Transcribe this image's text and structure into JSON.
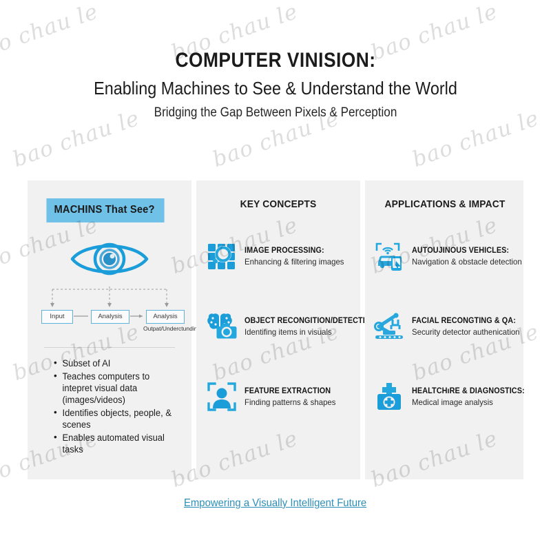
{
  "header": {
    "title": "COMPUTER VINISION:",
    "subtitle": "Enabling Machines to See & Understand the World",
    "tagline": "Bridging the Gap Between Pixels & Perception"
  },
  "colors": {
    "accent_blue": "#1b9dd9",
    "highlight_blue": "#6fc1e8",
    "panel_bg": "#f1f1f1",
    "page_bg": "#ffffff",
    "link_blue": "#2d8fb8",
    "text_dark": "#1b1b1b"
  },
  "columns": [
    {
      "id": "machines-that-see",
      "title": "MACHINS That See?",
      "diagram": {
        "icon": "eye-icon",
        "steps": [
          "Input",
          "Analysis",
          "Analysis"
        ],
        "caption": "Outpat/Underctunding"
      },
      "bullets": [
        "Subset of AI",
        "Teaches computers to intepret visual data (images/videos)",
        "Identifies objects, people, & scenes",
        "Enables automated visual tasks"
      ]
    },
    {
      "id": "key-concepts",
      "title": "KEY CONCEPTS",
      "items": [
        {
          "icon": "image-processing-icon",
          "title": "IMAGE PROCESSING:",
          "desc": "Enhancing & filtering images"
        },
        {
          "icon": "brain-camera-icon",
          "title": "OBJECT RECONGITION/DETECTION",
          "desc": "Identifing items in visuals"
        },
        {
          "icon": "face-detect-icon",
          "title": "FEATURE EXTRACTION",
          "desc": "Finding patterns & shapes"
        }
      ]
    },
    {
      "id": "applications-impact",
      "title": "APPLICATIONS & IMPACT",
      "items": [
        {
          "icon": "autonomous-car-icon",
          "title": "AUTOUJINOUS VEHICLES:",
          "desc": "Navigation & obstacle detection"
        },
        {
          "icon": "robot-arm-icon",
          "title": "FACIAL RECONGTING & QA:",
          "desc": "Security detector authenication"
        },
        {
          "icon": "medical-bag-icon",
          "title": "HEALTCHıRE & DIAGNOSTICS:",
          "desc": "Medical image analysis"
        }
      ]
    }
  ],
  "footer": {
    "link": "Empowering a Visually Intelligent Future"
  },
  "watermark": {
    "text": "bao chau le"
  }
}
